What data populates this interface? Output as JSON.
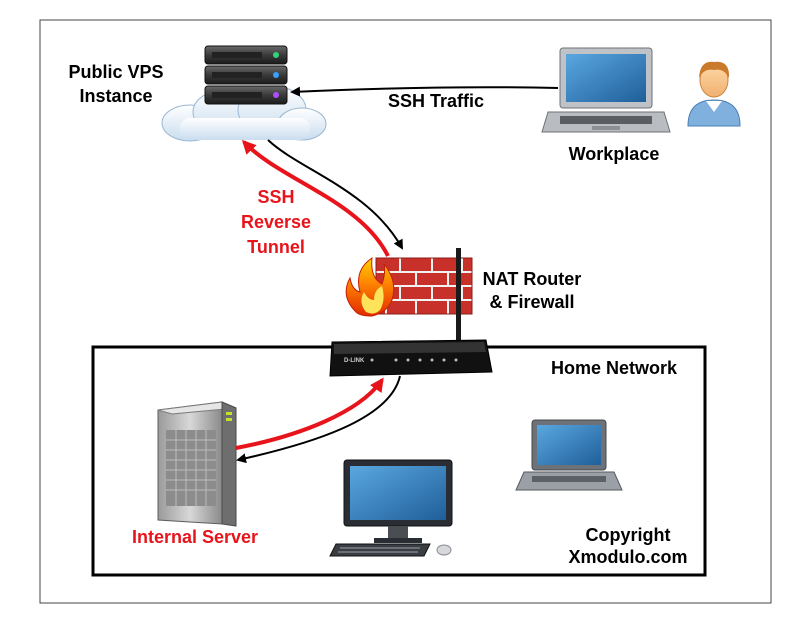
{
  "labels": {
    "vps_line1": "Public VPS",
    "vps_line2": "Instance",
    "ssh_traffic": "SSH Traffic",
    "workplace": "Workplace",
    "tunnel_line1": "SSH",
    "tunnel_line2": "Reverse",
    "tunnel_line3": "Tunnel",
    "router_line1": "NAT Router",
    "router_line2": "& Firewall",
    "home_network": "Home Network",
    "internal_server": "Internal Server",
    "copyright_line1": "Copyright",
    "copyright_line2": "Xmodulo.com",
    "router_brand": "D-LINK"
  },
  "colors": {
    "tunnel": "#e8141b",
    "text": "#000000",
    "frame": "#000000"
  },
  "icons": [
    "server-rack-icon",
    "cloud-icon",
    "laptop-icon",
    "user-icon",
    "firewall-icon",
    "fire-icon",
    "router-icon",
    "server-tower-icon",
    "desktop-icon"
  ]
}
